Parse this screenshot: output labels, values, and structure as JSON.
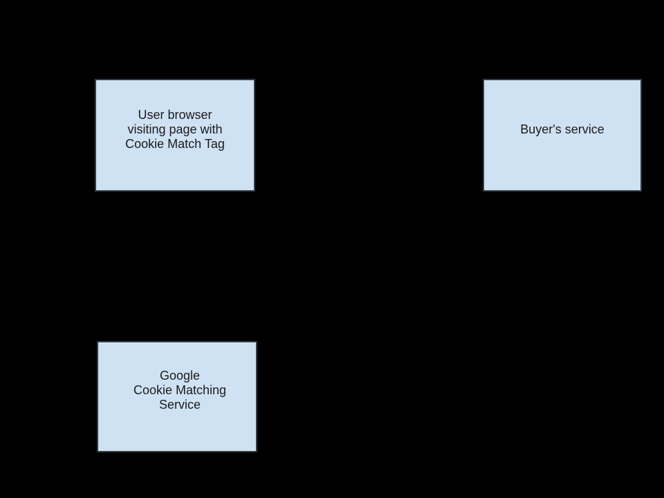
{
  "colors": {
    "background": "#000000",
    "node_fill": "#cfe2f3",
    "node_border": "#333b45",
    "node_text": "#1b1b1b"
  },
  "nodes": [
    {
      "id": "user-browser",
      "label": "User browser\nvisiting page with\nCookie Match Tag"
    },
    {
      "id": "buyers-service",
      "label": "Buyer's service"
    },
    {
      "id": "google-cookie-matching-service",
      "label": "Google\nCookie Matching\nService"
    }
  ]
}
